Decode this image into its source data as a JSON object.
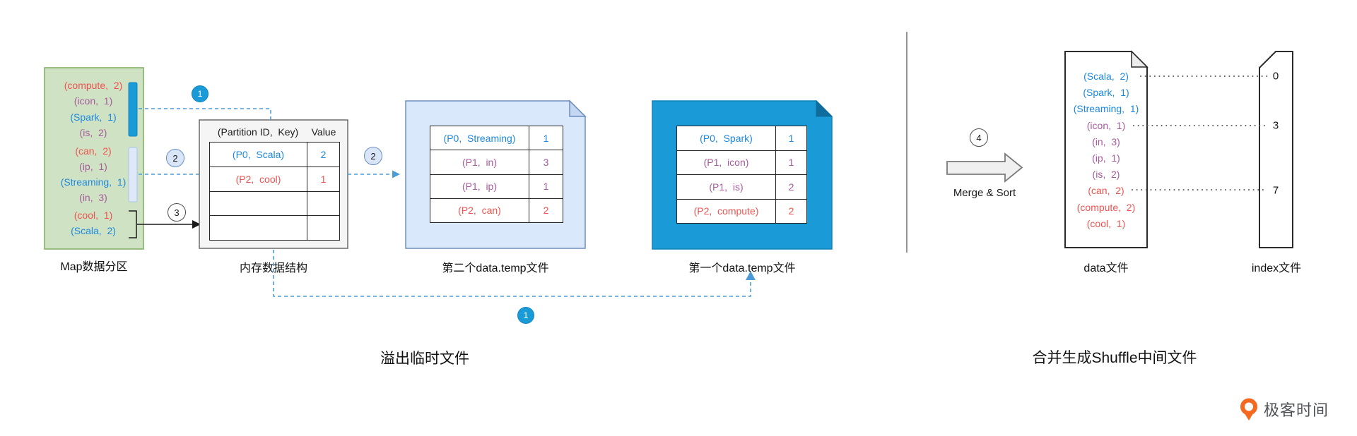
{
  "palette": {
    "key_blue": "#1d88e0",
    "key_red": "#ee5350",
    "key_purple": "#a85a9e",
    "accent_blue": "#1a9bd7",
    "doc_light_blue": "#dae8fc",
    "green_fill": "#cfe3c4",
    "brand_orange": "#f4691f"
  },
  "steps": {
    "s1": "1",
    "s2": "2",
    "s3": "3",
    "s4": "4"
  },
  "map_partition": {
    "label": "Map数据分区",
    "entries": [
      {
        "text": "(compute,  2)",
        "color": "#ee5350"
      },
      {
        "text": "(icon,  1)",
        "color": "#a85a9e"
      },
      {
        "text": "(Spark,  1)",
        "color": "#1d88e0"
      },
      {
        "text": "(is,  2)",
        "color": "#a85a9e"
      },
      {
        "text": "(can,  2)",
        "color": "#ee5350"
      },
      {
        "text": "(ip,  1)",
        "color": "#a85a9e"
      },
      {
        "text": "(Streaming,  1)",
        "color": "#1d88e0"
      },
      {
        "text": "(in,  3)",
        "color": "#a85a9e"
      },
      {
        "text": "(cool,  1)",
        "color": "#ee5350"
      },
      {
        "text": "(Scala,  2)",
        "color": "#1d88e0"
      }
    ]
  },
  "memory_structure": {
    "label": "内存数据结构",
    "header": {
      "key": "(Partition ID,  Key)",
      "value": "Value"
    },
    "rows": [
      {
        "key": "(P0,  Scala)",
        "value": "2",
        "color": "#1d88e0"
      },
      {
        "key": "(P2,  cool)",
        "value": "1",
        "color": "#ee5350"
      },
      {
        "key": "",
        "value": "",
        "color": ""
      },
      {
        "key": "",
        "value": "",
        "color": ""
      }
    ]
  },
  "temp_file_2": {
    "label": "第二个data.temp文件",
    "rows": [
      {
        "key": "(P0,  Streaming)",
        "value": "1",
        "color": "#1d88e0"
      },
      {
        "key": "(P1,  in)",
        "value": "3",
        "color": "#a85a9e"
      },
      {
        "key": "(P1,  ip)",
        "value": "1",
        "color": "#a85a9e"
      },
      {
        "key": "(P2,  can)",
        "value": "2",
        "color": "#ee5350"
      }
    ]
  },
  "temp_file_1": {
    "label": "第一个data.temp文件",
    "rows": [
      {
        "key": "(P0,  Spark)",
        "value": "1",
        "color": "#1d88e0"
      },
      {
        "key": "(P1,  icon)",
        "value": "1",
        "color": "#a85a9e"
      },
      {
        "key": "(P1,  is)",
        "value": "2",
        "color": "#a85a9e"
      },
      {
        "key": "(P2,  compute)",
        "value": "2",
        "color": "#ee5350"
      }
    ]
  },
  "merge": {
    "label": "Merge & Sort"
  },
  "data_file": {
    "label": "data文件",
    "entries": [
      {
        "text": "(Scala,  2)",
        "color": "#1d88e0"
      },
      {
        "text": "(Spark,  1)",
        "color": "#1d88e0"
      },
      {
        "text": "(Streaming,  1)",
        "color": "#1d88e0"
      },
      {
        "text": "(icon,  1)",
        "color": "#a85a9e"
      },
      {
        "text": "(in,  3)",
        "color": "#a85a9e"
      },
      {
        "text": "(ip,  1)",
        "color": "#a85a9e"
      },
      {
        "text": "(is,  2)",
        "color": "#a85a9e"
      },
      {
        "text": "(can,  2)",
        "color": "#ee5350"
      },
      {
        "text": "(compute,  2)",
        "color": "#ee5350"
      },
      {
        "text": "(cool,  1)",
        "color": "#ee5350"
      }
    ]
  },
  "index_file": {
    "label": "index文件",
    "offsets": [
      "0",
      "3",
      "7"
    ]
  },
  "captions": {
    "left": "溢出临时文件",
    "right": "合并生成Shuffle中间文件"
  },
  "brand": {
    "name": "极客时间"
  }
}
